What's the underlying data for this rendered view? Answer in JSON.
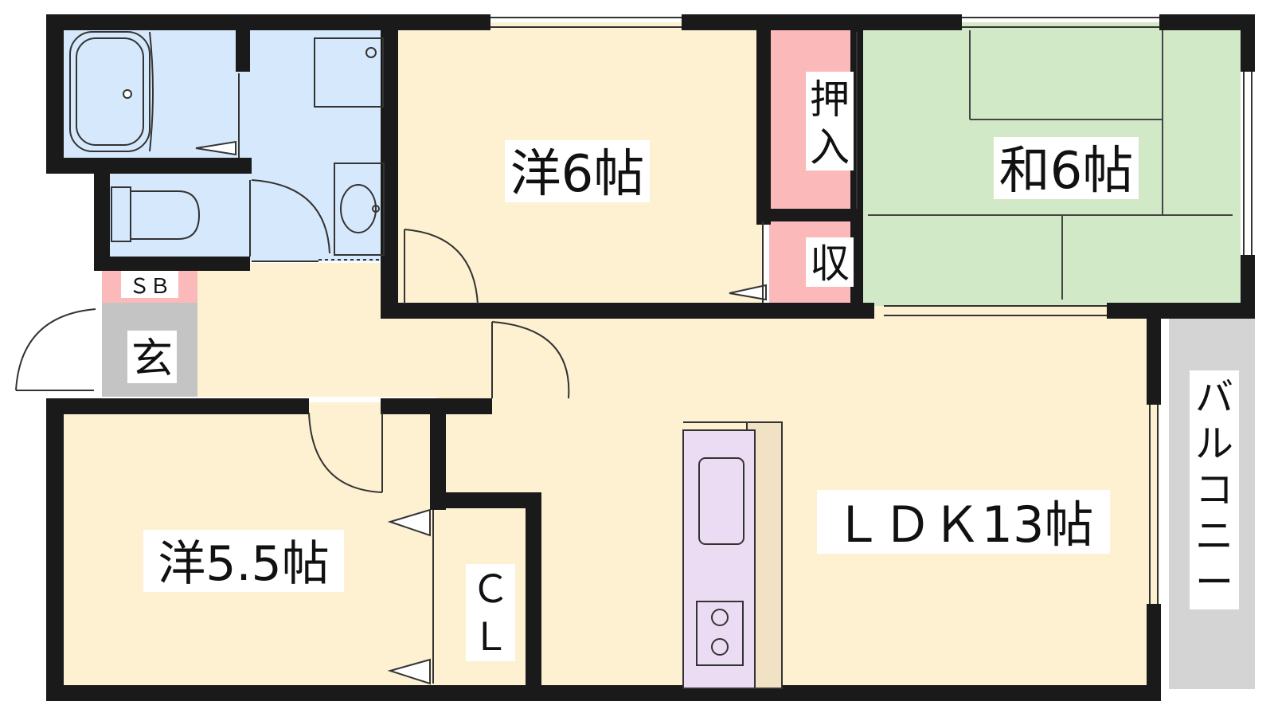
{
  "rooms": {
    "western_6": "洋6帖",
    "japanese_6": "和6帖",
    "western_5_5": "洋5.5帖",
    "ldk": "ＬＤＫ13帖",
    "oshiire_1": "押",
    "oshiire_2": "入",
    "storage": "収",
    "shoe_box": "ＳＢ",
    "entrance": "玄",
    "closet_1": "Ｃ",
    "closet_2": "Ｌ",
    "balcony": [
      "バ",
      "ル",
      "コ",
      "ニ",
      "ー"
    ]
  },
  "colors": {
    "western_room": "#fdf1d2",
    "japanese_room": "#d2e9c8",
    "wet_area": "#d6e8fb",
    "storage": "#fbb9b9",
    "entrance": "#c4c4c4",
    "balcony": "#d4d4d4",
    "kitchen_counter": "#ebdcf3",
    "kitchen_back": "#f1e2c6",
    "wall": "#1a1a1a"
  }
}
